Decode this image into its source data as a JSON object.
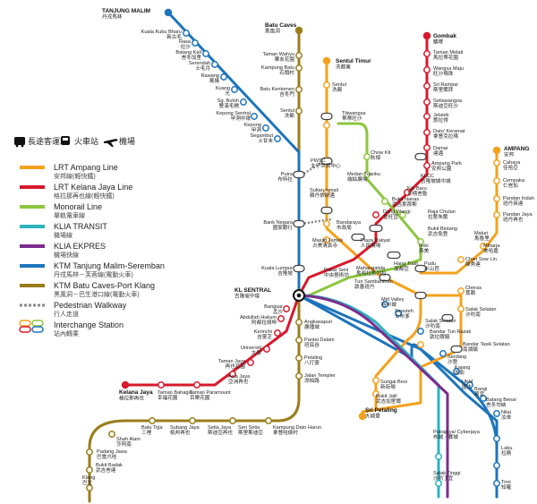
{
  "legend": {
    "transport_icons": [
      {
        "icon": "long-distance-bus-icon",
        "label": "長途客運站"
      },
      {
        "icon": "train-icon",
        "label": "火車站"
      },
      {
        "icon": "airplane-icon",
        "label": "機場"
      }
    ],
    "lines": [
      {
        "id": "ampang",
        "color": "#f5a11c",
        "name": "LRT Ampang Line",
        "name_zh": "安邦線(輕快鐵)"
      },
      {
        "id": "kelana",
        "color": "#d7192b",
        "name": "LRT Kelana Jaya Line",
        "name_zh": "格拉那再也線(輕快鐵)"
      },
      {
        "id": "monorail",
        "color": "#8cc63f",
        "name": "Monorail Line",
        "name_zh": "單軌電車線"
      },
      {
        "id": "transit",
        "color": "#2bb3c0",
        "name": "KLIA TRANSIT",
        "name_zh": "機場線"
      },
      {
        "id": "ekspres",
        "color": "#7b2d8e",
        "name": "KLIA EKPRES",
        "name_zh": "機場快線"
      },
      {
        "id": "ktm_tm",
        "color": "#1c74bc",
        "name": "KTM Tanjung Malim-Seremban",
        "name_zh": "丹戎馬林－芙蓉線(電動火車)"
      },
      {
        "id": "ktm_bc",
        "color": "#9a7d1a",
        "name": "KTM Batu Caves-Port Klang",
        "name_zh": "黑風洞－巴生港口線(電動火車)"
      },
      {
        "id": "walkway",
        "color": "#888888",
        "name": "Pedestrian Walkway",
        "name_zh": "行人走道"
      },
      {
        "id": "interchange",
        "color": "#555555",
        "name": "Interchange Station",
        "name_zh": "站內轉乘"
      }
    ]
  },
  "terminals": {
    "tanjung_malim": {
      "name": "TANJUNG MALIM",
      "zh": "丹戎馬林"
    },
    "batu_caves": {
      "name": "Batu Caves",
      "zh": "黑風洞"
    },
    "sentul_timur": {
      "name": "Sentul Timur",
      "zh": "冼都東"
    },
    "gombak": {
      "name": "Gombak",
      "zh": "鵝嘜"
    },
    "ampang": {
      "name": "AMPANG",
      "zh": "安邦"
    },
    "kl_sentral": {
      "name": "KL SENTRAL",
      "zh": "吉隆坡中環"
    },
    "kelana_jaya": {
      "name": "Kelana Jaya",
      "zh": "格拉那再也"
    },
    "sri_petaling": {
      "name": "Sri Petaling",
      "zh": "大城堡"
    }
  },
  "stations": [
    {
      "name": "Kuala Kubu Bharu",
      "zh": "新古毛"
    },
    {
      "name": "Rasa",
      "zh": "拉沙"
    },
    {
      "name": "Batang Kali",
      "zh": "峇冬加里"
    },
    {
      "name": "Serendah",
      "zh": "士毛月"
    },
    {
      "name": "Rawang",
      "zh": "萬撓"
    },
    {
      "name": "Kuang",
      "zh": "光"
    },
    {
      "name": "Sg. Buloh",
      "zh": "雙溪毛糯"
    },
    {
      "name": "Kepong Sentral",
      "zh": "甲洞中環"
    },
    {
      "name": "Kepong",
      "zh": "甲洞"
    },
    {
      "name": "Segambut",
      "zh": "士甘末"
    },
    {
      "name": "Putra",
      "zh": "布特拉"
    },
    {
      "name": "Bank Negara",
      "zh": "國家銀行"
    },
    {
      "name": "Kuala Lumpur",
      "zh": "吉隆坡"
    },
    {
      "name": "Taman Wahyu",
      "zh": "華友花園"
    },
    {
      "name": "Kampung Batu",
      "zh": "石頭村"
    },
    {
      "name": "Batu Kentomen",
      "zh": "吉冬門"
    },
    {
      "name": "Sentul",
      "zh": "冼都"
    },
    {
      "name": "Titiwangsa",
      "zh": "蒂蒂旺沙"
    },
    {
      "name": "PWTC",
      "zh": "太子世貿中心"
    },
    {
      "name": "Sultan Ismail",
      "zh": "蘇丹依斯邁"
    },
    {
      "name": "Bandaraya",
      "zh": "市政局"
    },
    {
      "name": "Masjid Jamek",
      "zh": "占美清真寺"
    },
    {
      "name": "Plaza Rakyat",
      "zh": "人民廣場"
    },
    {
      "name": "Hang Tuah",
      "zh": "漢都亞"
    },
    {
      "name": "Chow Kit",
      "zh": "秋傑"
    },
    {
      "name": "Medan Tuanku",
      "zh": "端姑廣場"
    },
    {
      "name": "Bukit Nanas",
      "zh": "武吉那那斯"
    },
    {
      "name": "Raja Chulan",
      "zh": "拉惹朱蘭"
    },
    {
      "name": "Bukit Bintang",
      "zh": "武吉免登"
    },
    {
      "name": "Imbi",
      "zh": "燕美"
    },
    {
      "name": "Maharajalela",
      "zh": "馬哈拉惹列拉"
    },
    {
      "name": "Tun Sambanthan",
      "zh": "敦善班丹"
    },
    {
      "name": "Taman Melati",
      "zh": "馬拉蒂花園"
    },
    {
      "name": "Wangsa Maju",
      "zh": "旺沙瑪珠"
    },
    {
      "name": "Sri Rampai",
      "zh": "斯里蘭拜"
    },
    {
      "name": "Setiawangsa",
      "zh": "斯迪亞旺沙"
    },
    {
      "name": "Jelatek",
      "zh": "惹拉得"
    },
    {
      "name": "Dato' Keramat",
      "zh": "拿督克拉瑪"
    },
    {
      "name": "Damai",
      "zh": "達邁"
    },
    {
      "name": "Ampang Park",
      "zh": "安邦公園"
    },
    {
      "name": "KLCC",
      "zh": "吉隆坡城中城"
    },
    {
      "name": "Kg. Baru",
      "zh": "甘榜峇魯"
    },
    {
      "name": "Dang Wangi",
      "zh": "當旺宜"
    },
    {
      "name": "Pasar Seni",
      "zh": "中央藝術坊"
    },
    {
      "name": "Bangsar",
      "zh": "孟沙"
    },
    {
      "name": "Abdullah Hukum",
      "zh": "阿都拉胡坤"
    },
    {
      "name": "Kerinchi",
      "zh": "吉靈芝"
    },
    {
      "name": "Universiti",
      "zh": "大學"
    },
    {
      "name": "Taman Jaya",
      "zh": "再也花園"
    },
    {
      "name": "Asia Jaya",
      "zh": "亞洲再也"
    },
    {
      "name": "Taman Paramount",
      "zh": "百樂花園"
    },
    {
      "name": "Taman Bahagia",
      "zh": "幸福花園"
    },
    {
      "name": "Cahaya",
      "zh": "佳哈亞"
    },
    {
      "name": "Cempaka",
      "zh": "仁峇加"
    },
    {
      "name": "Pandan Indah",
      "zh": "班丹英達"
    },
    {
      "name": "Pandan Jaya",
      "zh": "班丹再也"
    },
    {
      "name": "Maluri",
      "zh": "馬魯里"
    },
    {
      "name": "Miharja",
      "zh": "美哈嘉"
    },
    {
      "name": "Chan Sow Lin",
      "zh": "陳秀連"
    },
    {
      "name": "Pudu",
      "zh": "半山芭"
    },
    {
      "name": "Cheras",
      "zh": "蕉賴"
    },
    {
      "name": "Salak Selatan",
      "zh": "沙叻南"
    },
    {
      "name": "Bandar Tun Razak",
      "zh": "敦拉薩鎮"
    },
    {
      "name": "Bandar Tasik Selatan",
      "zh": "南湖鎮"
    },
    {
      "name": "Serdang",
      "zh": "沙登"
    },
    {
      "name": "Kajang",
      "zh": "加影"
    },
    {
      "name": "UKM",
      "zh": "國大"
    },
    {
      "name": "Bangi",
      "zh": "萬宜"
    },
    {
      "name": "Batang Benar",
      "zh": "峇冬勿納"
    },
    {
      "name": "Nilai",
      "zh": "汝來"
    },
    {
      "name": "Labu",
      "zh": "拉務"
    },
    {
      "name": "Tiroi",
      "zh": "知羅"
    },
    {
      "name": "Mid Valley",
      "zh": "谷中城"
    },
    {
      "name": "Seputeh",
      "zh": "士布爹"
    },
    {
      "name": "Sungai Besi",
      "zh": "新街場"
    },
    {
      "name": "Bukit Jalil",
      "zh": "武吉加里爾"
    },
    {
      "name": "Putrajaya/ Cyberjaya",
      "zh": "布城／賽城"
    },
    {
      "name": "Salak Tinggi",
      "zh": "沙叻丁宜"
    },
    {
      "name": "Angkasapuri",
      "zh": "廣播城"
    },
    {
      "name": "Pantai Dalam",
      "zh": "班底谷"
    },
    {
      "name": "Petaling",
      "zh": "八打靈"
    },
    {
      "name": "Jalan Templer",
      "zh": "添柏路"
    },
    {
      "name": "Kampung Dato Harun",
      "zh": "拿督哈倫村"
    },
    {
      "name": "Seri Setia",
      "zh": "斯里斯迪亞"
    },
    {
      "name": "Setia Jaya",
      "zh": "斯迪亞再也"
    },
    {
      "name": "Subang Jaya",
      "zh": "梳邦再也"
    },
    {
      "name": "Batu Tiga",
      "zh": "三哩"
    },
    {
      "name": "Shah Alam",
      "zh": "莎阿南"
    },
    {
      "name": "Padang Jawa",
      "zh": "巴當爪哇"
    },
    {
      "name": "Bukit Badak",
      "zh": "武吉峇達"
    },
    {
      "name": "Klang",
      "zh": "巴生"
    }
  ]
}
